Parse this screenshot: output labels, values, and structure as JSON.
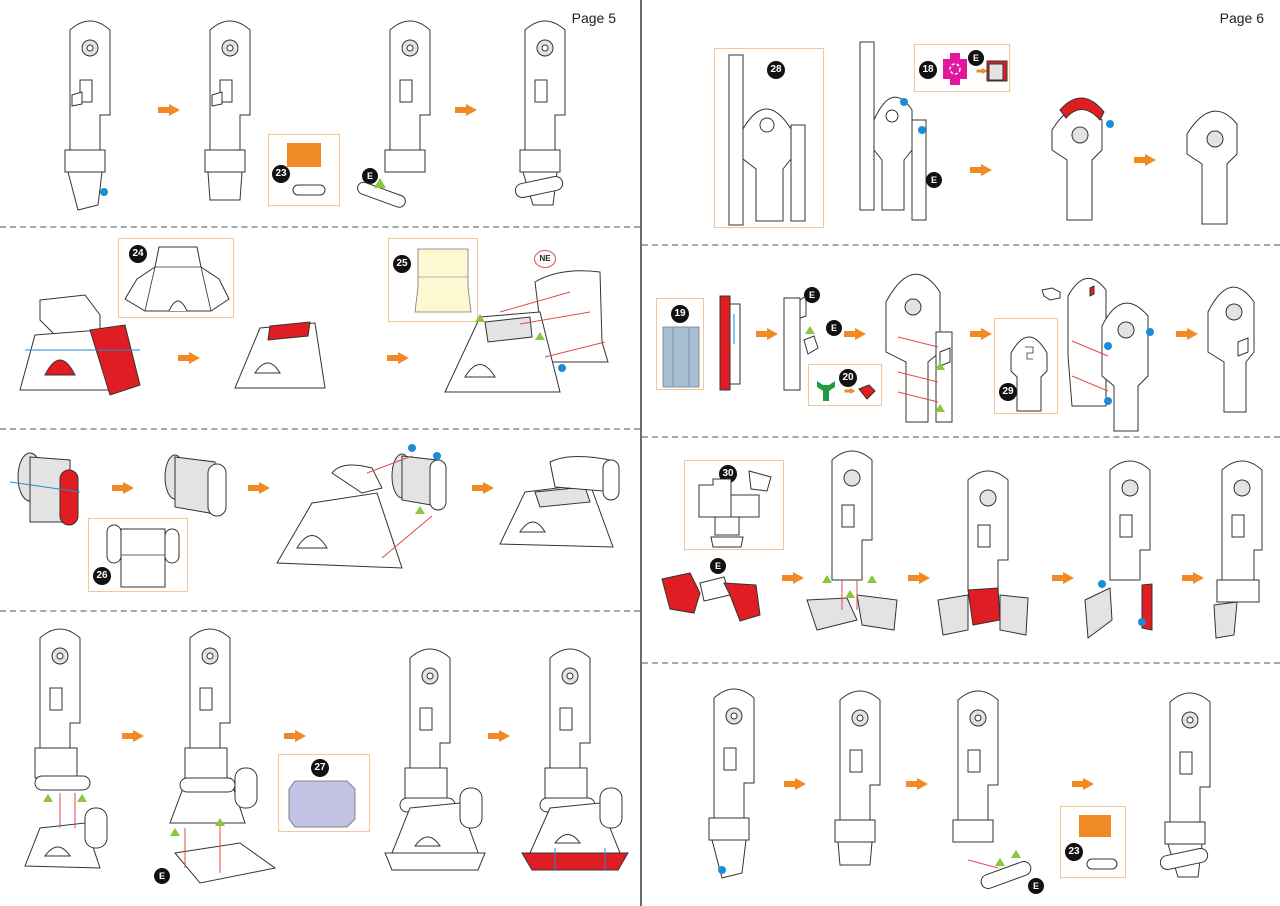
{
  "document": {
    "type": "paper model assembly instructions",
    "pages": [
      {
        "label": "Page 5",
        "sections": [
          {
            "id": "p5-row1",
            "steps": [
              "arm-base-fold",
              "arm-base-closed",
              "arm-attach-cylinder",
              "arm-with-cylinder"
            ],
            "parts": [
              {
                "number": "23",
                "color": "#f08a24",
                "description": "orange tab piece rolled into cylinder"
              }
            ],
            "markers": [
              "E"
            ]
          },
          {
            "id": "p5-row2",
            "steps": [
              "base-fold-red-sides",
              "base-closed",
              "base-attach-panel"
            ],
            "parts": [
              {
                "number": "24",
                "color": "#ffffff",
                "description": "trapezoid base net"
              },
              {
                "number": "25",
                "color": "#fdf7d2",
                "description": "cream curved panel"
              }
            ],
            "markers": [
              "NE"
            ]
          },
          {
            "id": "p5-row3",
            "steps": [
              "side-box-fold",
              "side-box-closed",
              "attach-side-box-to-base",
              "base-with-side-box"
            ],
            "parts": [
              {
                "number": "26",
                "color": "#ffffff",
                "description": "side box net with tools"
              }
            ],
            "markers": []
          },
          {
            "id": "p5-row4",
            "steps": [
              "arm-onto-base",
              "attach-bottom-plate",
              "assembled-crane",
              "crane-with-red-skirt"
            ],
            "parts": [
              {
                "number": "27",
                "color": "#c3c3e6",
                "description": "lavender bottom plate"
              }
            ],
            "markers": [
              "E"
            ]
          }
        ]
      },
      {
        "label": "Page 6",
        "sections": [
          {
            "id": "p6-row1",
            "steps": [
              "arm-panel-net",
              "arm-panel-fold",
              "attach-red-cap",
              "arm-panel-done"
            ],
            "parts": [
              {
                "number": "28",
                "color": "#ffffff",
                "description": "arm side panel net"
              },
              {
                "number": "18",
                "color": "#e2179b",
                "description": "magenta hub piece"
              }
            ],
            "markers": [
              "E",
              "E"
            ]
          },
          {
            "id": "p6-row2",
            "steps": [
              "strip-fold-red",
              "strip-attach-wedge",
              "strip-to-arm",
              "attach-side-29",
              "arm-complete"
            ],
            "parts": [
              {
                "number": "19",
                "color": "#a7bed3",
                "description": "blue-grey strip"
              },
              {
                "number": "20",
                "color": "#1f9d3f",
                "description": "green wedge piece"
              },
              {
                "number": "29",
                "color": "#ffffff",
                "description": "arm side panel with slot"
              }
            ],
            "markers": [
              "E",
              "E"
            ]
          },
          {
            "id": "p6-row3",
            "steps": [
              "base-net-red",
              "insert-arm",
              "fold-red-flaps",
              "attach-sides",
              "arm-with-base"
            ],
            "parts": [
              {
                "number": "30",
                "color": "#ffffff",
                "description": "arm base net"
              }
            ],
            "markers": [
              "E"
            ]
          },
          {
            "id": "p6-row4",
            "steps": [
              "arm-base-fold",
              "arm-base-closed",
              "attach-cylinder",
              "arm-with-cylinder"
            ],
            "parts": [
              {
                "number": "23",
                "color": "#f08a24",
                "description": "orange tab piece rolled into cylinder"
              }
            ],
            "markers": [
              "E"
            ]
          }
        ]
      }
    ]
  },
  "labels": {
    "page5": "Page 5",
    "page6": "Page 6",
    "marker_e": "E",
    "marker_ne": "NE",
    "part_18": "18",
    "part_19": "19",
    "part_20": "20",
    "part_23": "23",
    "part_24": "24",
    "part_25": "25",
    "part_26": "26",
    "part_27": "27",
    "part_28": "28",
    "part_29": "29",
    "part_30": "30"
  },
  "colors": {
    "arrow": "#f08a24",
    "callout_border": "#f3c79c",
    "highlight_red": "#e11d24",
    "glue_dot_blue": "#1e8bd6",
    "align_green": "#8bc53f",
    "divider": "#a9a9a9"
  }
}
